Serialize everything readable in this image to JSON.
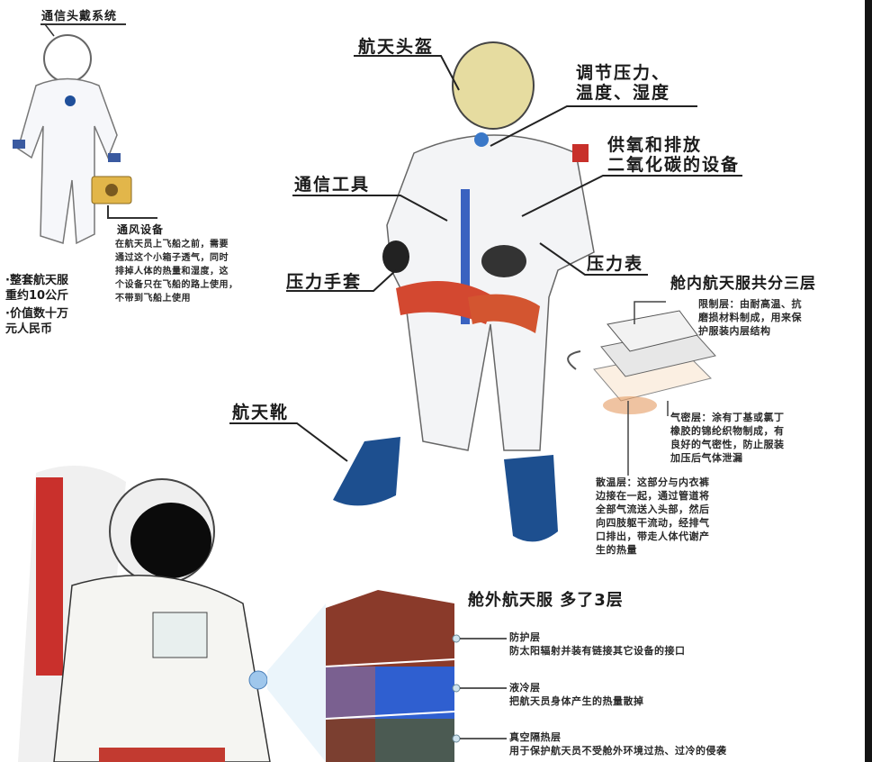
{
  "small_suit": {
    "title": "通信头戴系统",
    "vent_title": "通风设备",
    "vent_desc": "在航天员上飞船之前，需要\n通过这个小箱子透气，同时\n排掉人体的热量和湿度，这\n个设备只在飞船的路上使用，\n不带到飞船上使用",
    "facts": [
      "·整套航天服\n重约10公斤",
      "·价值数十万\n元人民币"
    ]
  },
  "main_suit": {
    "labels": {
      "helmet": "航天头盔",
      "regulator": "调节压力、\n温度、湿度",
      "oxygen": "供氧和排放\n二氧化碳的设备",
      "comm": "通信工具",
      "gauge": "压力表",
      "gloves": "压力手套",
      "boots": "航天靴"
    }
  },
  "cabin_layers": {
    "title": "舱内航天服共分三层",
    "items": [
      {
        "name": "限制层",
        "desc": "限制层：由耐高温、抗\n磨损材料制成，用来保\n护服装内层结构"
      },
      {
        "name": "气密层",
        "desc": "气密层：涂有丁基或氯丁\n橡胶的锦纶织物制成，有\n良好的气密性，防止服装\n加压后气体泄漏"
      },
      {
        "name": "散温层",
        "desc": "散温层：这部分与内衣裤\n边接在一起，通过管道将\n全部气流送入头部，然后\n向四肢躯干流动，经排气\n口排出，带走人体代谢产\n生的热量"
      }
    ]
  },
  "eva_layers": {
    "title": "舱外航天服 多了3层",
    "items": [
      {
        "name": "防护层",
        "desc": "防太阳辐射并装有链接其它设备的接口",
        "color": "#8a3a2a"
      },
      {
        "name": "液冷层",
        "desc": "把航天员身体产生的热量散掉",
        "color": "#2f5fd0"
      },
      {
        "name": "真空隔热层",
        "desc": "用于保护航天员不受舱外环境过热、过冷的侵袭",
        "color": "#5a6a5a"
      }
    ]
  },
  "colors": {
    "suit_blue": "#1f4f9a",
    "boot_blue": "#1d4f8f",
    "helmet_gold": "#e6dca0",
    "accent_red": "#c8302a"
  }
}
